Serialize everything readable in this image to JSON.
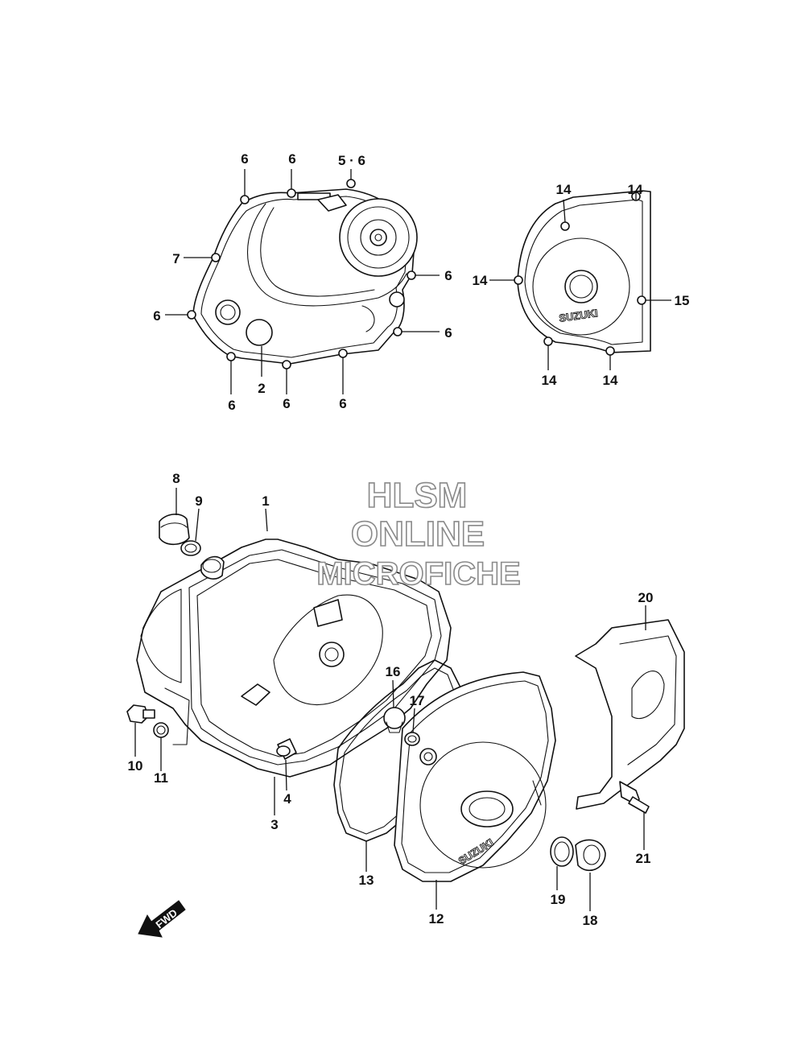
{
  "watermark": {
    "line1": "HLSM",
    "line2": "ONLINE",
    "line3": "MICROFICHE"
  },
  "brand": {
    "top_cover": "SUZUKI",
    "lower_cover": "SUZUKI"
  },
  "fwd_label": "FWD",
  "callouts": {
    "c1": "6",
    "c2": "6",
    "c3": "5 · 6",
    "c4": "7",
    "c5": "6",
    "c6": "6",
    "c7": "6",
    "c8": "2",
    "c9": "6",
    "c10": "6",
    "c11": "6",
    "c12": "14",
    "c13": "14",
    "c14": "14",
    "c15": "15",
    "c16": "14",
    "c17": "14",
    "c18": "8",
    "c19": "9",
    "c20": "1",
    "c21": "20",
    "c22": "16",
    "c23": "17",
    "c24": "10",
    "c25": "11",
    "c26": "4",
    "c27": "3",
    "c28": "13",
    "c29": "12",
    "c30": "19",
    "c31": "18",
    "c32": "21"
  }
}
